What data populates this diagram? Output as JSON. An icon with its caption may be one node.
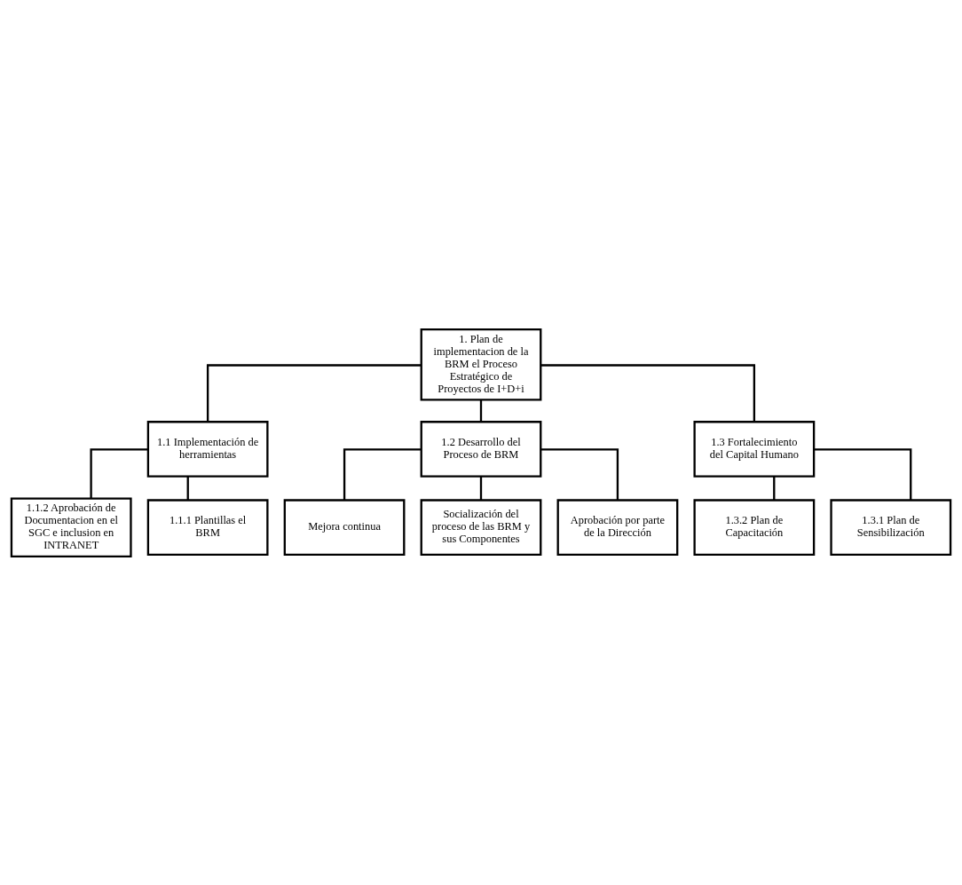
{
  "diagram": {
    "nodes": [
      {
        "text": [
          "1. Plan de implementacion de la BRM el Proceso Estratégico de Proyectos de I+D+i"
        ]
      },
      {
        "text": [
          "1.1 Implementación de herramientas"
        ]
      },
      {
        "text": [
          "1.2 Desarrollo del Proceso de BRM"
        ]
      },
      {
        "text": [
          "1.3 Fortalecimiento del Capital Humano"
        ]
      },
      {
        "text": [
          "1.1.1 Plantillas el BRM"
        ]
      },
      {
        "text": [
          "1.1.2 Aprobación de Documentacion en el SGC e inclusion en INTRANET"
        ]
      },
      {
        "text": [
          "Aprobación por parte de la Dirección"
        ]
      },
      {
        "text": [
          "Socialización del proceso de las BRM y sus Componentes"
        ]
      },
      {
        "text": [
          "Mejora continua"
        ]
      },
      {
        "text": [
          "1.3.1 Plan de Sensibilización"
        ]
      },
      {
        "text": [
          "1.3.2 Plan de Capacitación"
        ]
      }
    ],
    "edges": [
      {
        "from": 0,
        "to": 1,
        "arrow": "none"
      },
      {
        "from": 0,
        "to": 2,
        "arrow": "none"
      },
      {
        "from": 0,
        "to": 3,
        "arrow": "none"
      },
      {
        "from": 1,
        "to": 4,
        "arrow": "none"
      },
      {
        "from": 1,
        "to": 5,
        "arrow": "none"
      },
      {
        "from": 2,
        "to": 6,
        "arrow": "none"
      },
      {
        "from": 2,
        "to": 7,
        "arrow": "none"
      },
      {
        "from": 2,
        "to": 8,
        "arrow": "none"
      },
      {
        "from": 3,
        "to": 9,
        "arrow": "none"
      },
      {
        "from": 3,
        "to": 10,
        "arrow": "none"
      }
    ]
  }
}
